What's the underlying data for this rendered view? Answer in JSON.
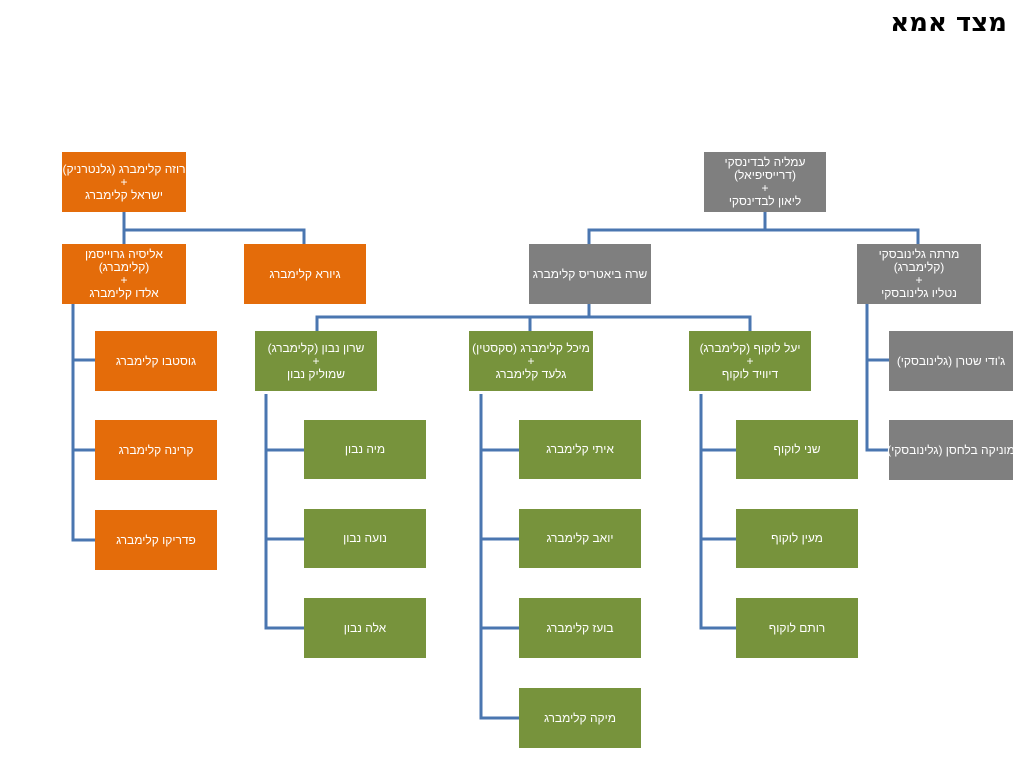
{
  "title": "מצד אמא",
  "colors": {
    "orange": "#e46c0a",
    "green": "#77933c",
    "gray": "#7f7f7f",
    "line": "#4a76b0"
  },
  "nodes": {
    "roza": {
      "lines": [
        "רוזה קלימברג (גלנטרניק)",
        "+",
        "ישראל קלימברג"
      ]
    },
    "alicia": {
      "lines": [
        "אליסיה גרוייסמן",
        "(קלימברג)",
        "+",
        "אלדו קלימברג"
      ]
    },
    "giora": {
      "lines": [
        "גיורא קלימברג"
      ]
    },
    "gustavo": {
      "lines": [
        "גוסטבו קלימברג"
      ]
    },
    "karina": {
      "lines": [
        "קרינה קלימברג"
      ]
    },
    "federico": {
      "lines": [
        "פדריקו קלימברג"
      ]
    },
    "amalia": {
      "lines": [
        "עמליה לבדינסקי",
        "(דרייסיפיאל)",
        "+",
        "ליאון לבדינסקי"
      ]
    },
    "sara": {
      "lines": [
        "שרה ביאטריס קלימברג"
      ]
    },
    "marta": {
      "lines": [
        "מרתה גלינובסקי",
        "(קלימברג)",
        "+",
        "נטליו גלינובסקי"
      ]
    },
    "judy": {
      "lines": [
        "ג'ודי שטרן (גלינובסקי)"
      ]
    },
    "monica": {
      "lines": [
        "מוניקה בלחסן (גלינובסקי)"
      ]
    },
    "sharon": {
      "lines": [
        "שרון נבון (קלימברג)",
        "+",
        "שמוליק נבון"
      ]
    },
    "michal": {
      "lines": [
        "מיכל קלימברג (סקסטין)",
        "+",
        "גלעד קלימברג"
      ]
    },
    "yael": {
      "lines": [
        "יעל לוקוף (קלימברג)",
        "+",
        "דיוויד לוקוף"
      ]
    },
    "maya": {
      "lines": [
        "מיה נבון"
      ]
    },
    "noa": {
      "lines": [
        "נועה נבון"
      ]
    },
    "ella": {
      "lines": [
        "אלה נבון"
      ]
    },
    "itay": {
      "lines": [
        "איתי קלימברג"
      ]
    },
    "yoav": {
      "lines": [
        "יואב קלימברג"
      ]
    },
    "boaz": {
      "lines": [
        "בועז קלימברג"
      ]
    },
    "mika": {
      "lines": [
        "מיקה קלימברג"
      ]
    },
    "shani": {
      "lines": [
        "שני לוקוף"
      ]
    },
    "mayan": {
      "lines": [
        "מעין לוקוף"
      ]
    },
    "rotem": {
      "lines": [
        "רותם לוקוף"
      ]
    }
  }
}
